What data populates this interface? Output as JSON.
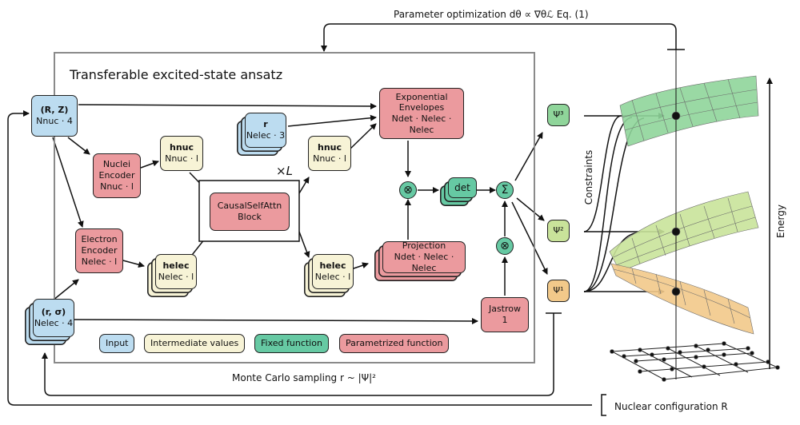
{
  "title": "Transferable excited-state ansatz",
  "top_caption": "Parameter optimization dθ ∝ ∇θℒ Eq. (1)",
  "bottom_caption": "Monte Carlo sampling r ~ |Ψ|²",
  "nuclear_caption": "Nuclear configuration R",
  "constraints_label": "Constraints",
  "energy_label": "Energy",
  "repeat_label": "×L",
  "nodes": {
    "rz": {
      "line1": "(R, Z)",
      "line2": "Nnuc · 4"
    },
    "rsigma": {
      "line1": "(r, σ)",
      "line2": "Nelec · 4"
    },
    "r": {
      "line1": "r",
      "line2": "Nelec · 3"
    },
    "nuclei_encoder": {
      "line1": "Nuclei",
      "line2": "Encoder",
      "line3": "Nnuc · l"
    },
    "electron_encoder": {
      "line1": "Electron",
      "line2": "Encoder",
      "line3": "Nelec · l"
    },
    "hnuc_in": {
      "line1": "hnuc",
      "line2": "Nnuc · l"
    },
    "hnuc_out": {
      "line1": "hnuc",
      "line2": "Nnuc · l"
    },
    "helec_in": {
      "line1": "helec",
      "line2": "Nelec · l"
    },
    "helec_out": {
      "line1": "helec",
      "line2": "Nelec · l"
    },
    "attn": {
      "line1": "CausalSelfAttn",
      "line2": "Block"
    },
    "envelopes": {
      "line1": "Exponential",
      "line2": "Envelopes",
      "line3": "Ndet · Nelec · Nelec"
    },
    "projection": {
      "line1": "Projection",
      "line2": "Ndet · Nelec · Nelec"
    },
    "det": {
      "label": "det"
    },
    "jastrow": {
      "line1": "Jastrow",
      "line2": "1"
    },
    "mult1": {
      "label": "⊗"
    },
    "mult2": {
      "label": "⊗"
    },
    "sum": {
      "label": "Σ"
    },
    "psi3": {
      "label": "Ψ³"
    },
    "psi2": {
      "label": "Ψ²"
    },
    "psi1": {
      "label": "Ψ¹"
    }
  },
  "legend": {
    "input": "Input",
    "intermediate": "Intermediate values",
    "fixed": "Fixed function",
    "parametrized": "Parametrized function"
  },
  "colors": {
    "input": "#bcdcf0",
    "intermediate": "#f7f3d6",
    "fixed": "#66c9a3",
    "parametrized": "#eb9a9e",
    "surface_top": "#8fd59a",
    "surface_mid": "#c9e39a",
    "surface_low": "#f2c98a"
  }
}
